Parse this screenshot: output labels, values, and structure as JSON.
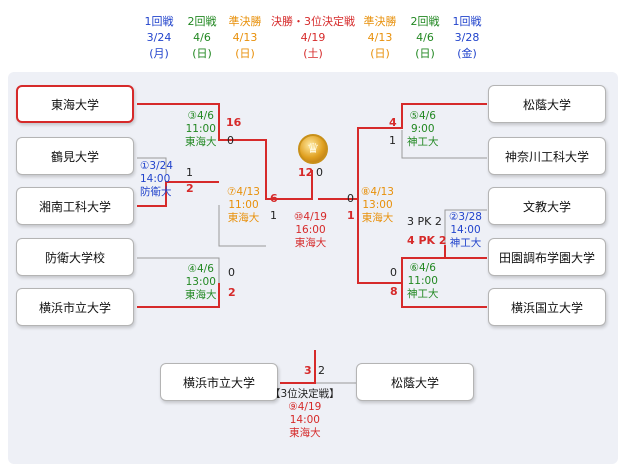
{
  "colors": {
    "round1": "#2244cc",
    "round2": "#228822",
    "semi": "#e8900a",
    "final": "#d62a2a"
  },
  "header": [
    {
      "title": "1回戦",
      "date": "3/24",
      "day": "(月)",
      "color": "#2244cc"
    },
    {
      "title": "2回戦",
      "date": "4/6",
      "day": "(日)",
      "color": "#228822"
    },
    {
      "title": "準決勝",
      "date": "4/13",
      "day": "(日)",
      "color": "#e8900a"
    },
    {
      "title": "決勝・3位決定戦",
      "date": "4/19",
      "day": "(土)",
      "color": "#d62a2a"
    },
    {
      "title": "準決勝",
      "date": "4/13",
      "day": "(日)",
      "color": "#e8900a"
    },
    {
      "title": "2回戦",
      "date": "4/6",
      "day": "(日)",
      "color": "#228822"
    },
    {
      "title": "1回戦",
      "date": "3/28",
      "day": "(金)",
      "color": "#2244cc"
    }
  ],
  "teams": {
    "l1": "東海大学",
    "l2": "鶴見大学",
    "l3": "湘南工科大学",
    "l4": "防衛大学校",
    "l5": "横浜市立大学",
    "r1": "松蔭大学",
    "r2": "神奈川工科大学",
    "r3": "文教大学",
    "r4": "田園調布学園大学",
    "r5": "横浜国立大学",
    "t1": "横浜市立大学",
    "t2": "松蔭大学"
  },
  "games": {
    "g1": {
      "no": "①3/24",
      "time": "14:00",
      "venue": "防衛大"
    },
    "g2": {
      "no": "②3/28",
      "time": "14:00",
      "venue": "神工大"
    },
    "g3": {
      "no": "③4/6",
      "time": "11:00",
      "venue": "東海大"
    },
    "g4": {
      "no": "④4/6",
      "time": "13:00",
      "venue": "東海大"
    },
    "g5": {
      "no": "⑤4/6",
      "time": "9:00",
      "venue": "神工大"
    },
    "g6": {
      "no": "⑥4/6",
      "time": "11:00",
      "venue": "神工大"
    },
    "g7": {
      "no": "⑦4/13",
      "time": "11:00",
      "venue": "東海大"
    },
    "g8": {
      "no": "⑧4/13",
      "time": "13:00",
      "venue": "東海大"
    },
    "g9": {
      "title": "【3位決定戦】",
      "no": "⑨4/19",
      "time": "14:00",
      "venue": "東海大"
    },
    "g10": {
      "no": "⑩4/19",
      "time": "16:00",
      "venue": "東海大"
    }
  },
  "scores": {
    "g3a": "16",
    "g3b": "0",
    "g1a": "1",
    "g1b": "2",
    "g4a": "0",
    "g4b": "2",
    "g7a": "6",
    "g7b": "1",
    "g10a": "12",
    "g10b": "0",
    "g8a": "0",
    "g8b": "1",
    "g5a": "4",
    "g5b": "1",
    "g2a": "3 PK 2",
    "g2b": "4 PK 2",
    "g6a": "0",
    "g6b": "8",
    "g9a": "3",
    "g9b": "2"
  }
}
